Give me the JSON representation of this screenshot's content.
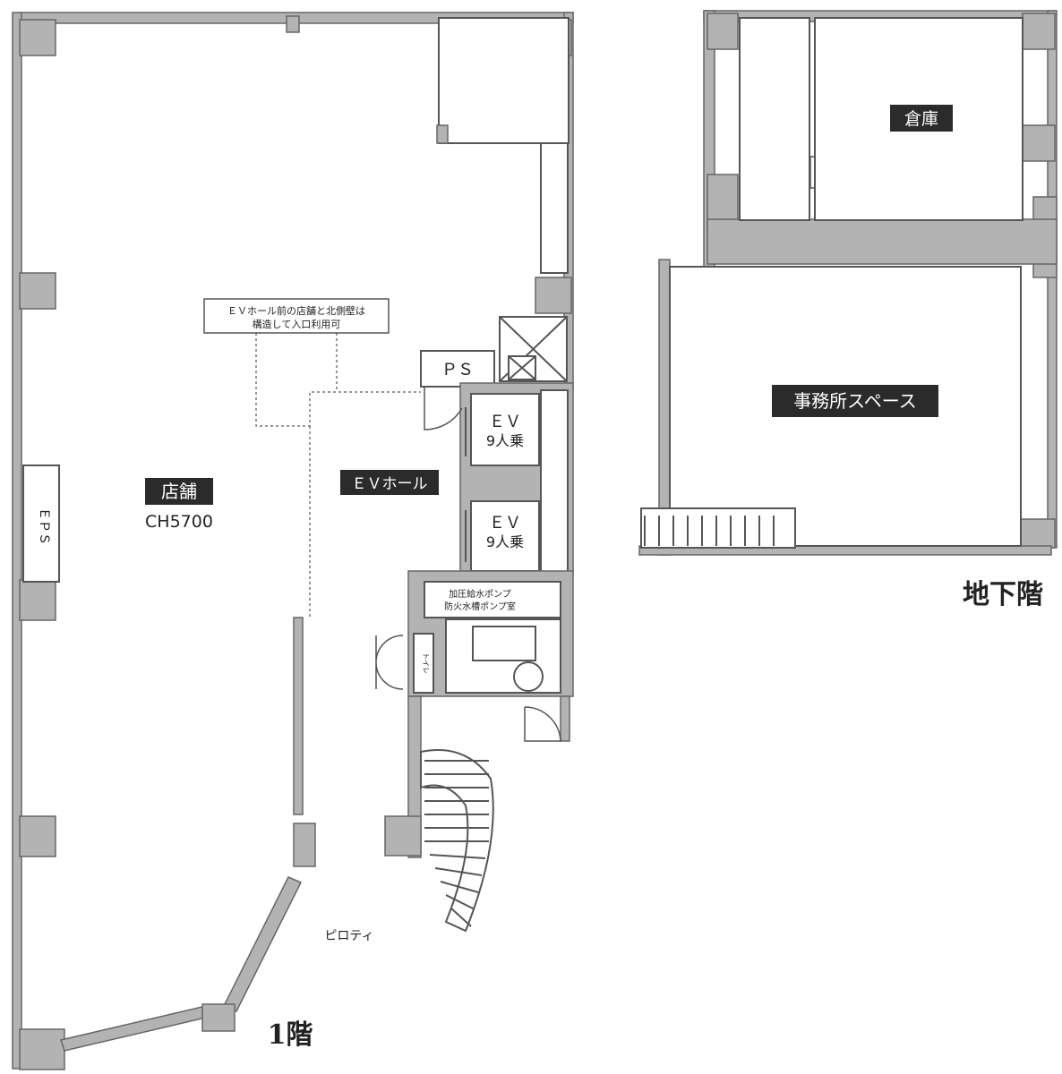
{
  "floor_1": {
    "title": "1階",
    "store": {
      "name": "店舗",
      "ceiling": "CH5700"
    },
    "ev_hall": "ＥＶホール",
    "ev_note_line1": "ＥＶホール前の店舗と北側壁は",
    "ev_note_line2": "構造して入口利用可",
    "ps": "ＰＳ",
    "eps": "ＥＰＳ",
    "elevators": [
      {
        "line1": "ＥＶ",
        "line2": "9人乗"
      },
      {
        "line1": "ＥＶ",
        "line2": "9人乗"
      }
    ],
    "pump_line1": "加圧給水ポンプ",
    "pump_line2": "防火水槽ポンプ室",
    "small_room": "トイレ",
    "piloti": "ピロティ"
  },
  "basement": {
    "title": "地下階",
    "storage": "倉庫",
    "office": "事務所スペース"
  }
}
